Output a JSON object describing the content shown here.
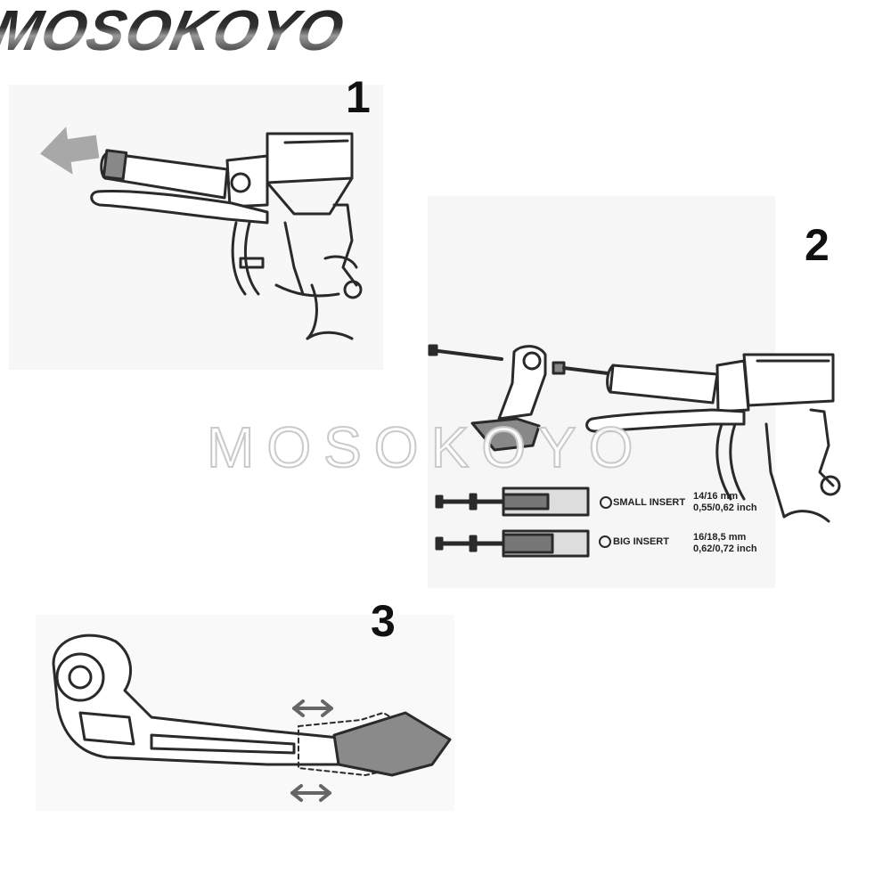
{
  "brand": {
    "name": "MOSOKOYO"
  },
  "watermark": {
    "text": "MOSOKOYO"
  },
  "steps": [
    {
      "number": "1"
    },
    {
      "number": "2"
    },
    {
      "number": "3"
    }
  ],
  "inserts": [
    {
      "label": "SMALL INSERT",
      "size_mm": "14/16 mm",
      "size_inch": "0,55/0,62 inch"
    },
    {
      "label": "BIG INSERT",
      "size_mm": "16/18,5 mm",
      "size_inch": "0,62/0,72 inch"
    }
  ],
  "colors": {
    "line": "#2a2a2a",
    "arrow_fill": "#9a9a9a",
    "guard_fill": "#8a8a8a",
    "scan_grey": "#eeeeee"
  },
  "icons": [
    "arrow-left-icon",
    "double-arrow-icon",
    "circle-icon"
  ]
}
